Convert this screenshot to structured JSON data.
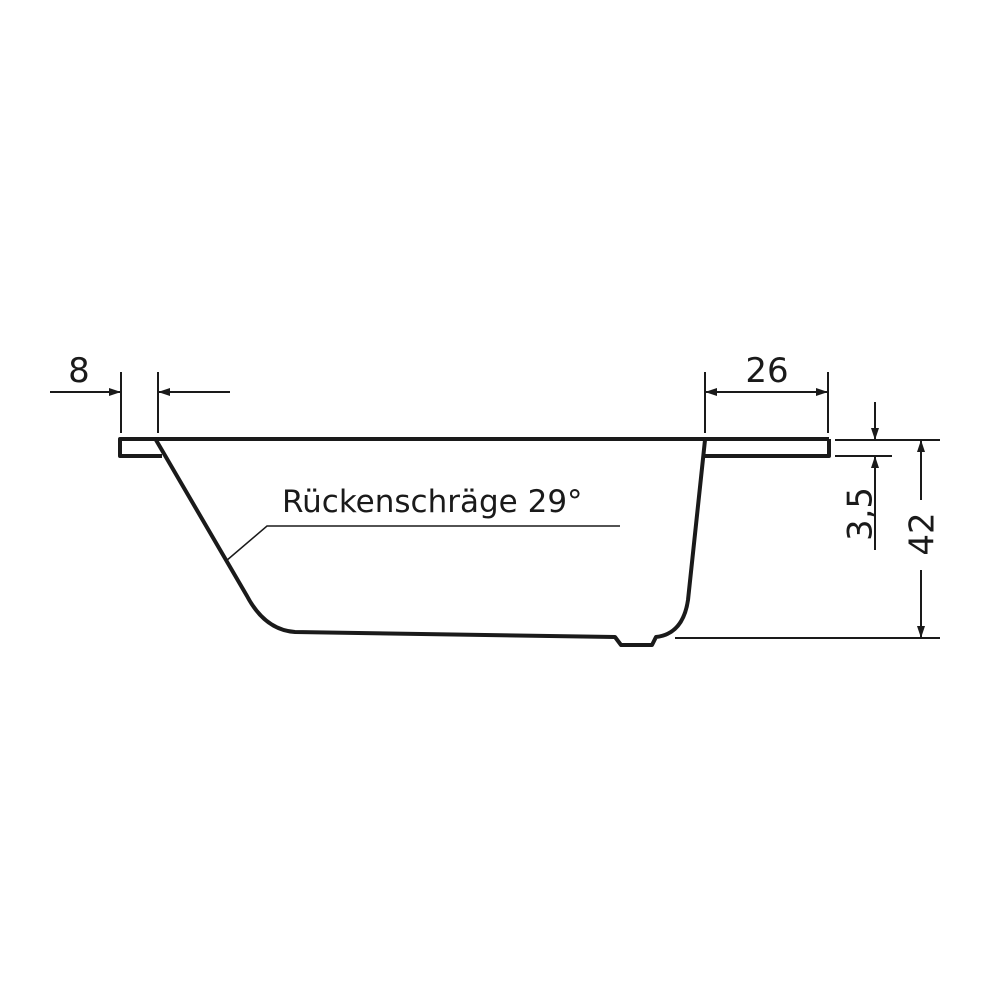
{
  "drawing": {
    "type": "technical cross-section",
    "subject": "bathtub profile",
    "colors": {
      "line": "#1a1a1a",
      "background": "#ffffff"
    }
  },
  "dimensions": {
    "rim_left_width": "8",
    "rim_right_width": "26",
    "rim_thickness": "3,5",
    "total_height": "42"
  },
  "annotations": {
    "back_slope": "Rückenschräge 29°"
  }
}
